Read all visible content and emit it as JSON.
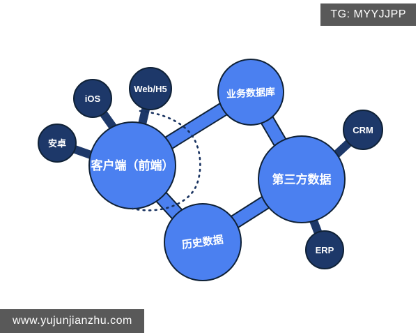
{
  "watermarks": {
    "tg_badge": "TG: MYYJJPP",
    "website": "www.yujunjianzhu.com"
  },
  "diagram": {
    "type": "bubble-mindmap",
    "primary_nodes": [
      {
        "id": "client",
        "label": "客户端（前端）"
      },
      {
        "id": "third-party",
        "label": "第三方数据"
      },
      {
        "id": "business-db",
        "label": "业务数据库"
      },
      {
        "id": "history",
        "label": "历史数据"
      }
    ],
    "satellite_nodes": [
      {
        "id": "android",
        "label": "安卓",
        "attached_to": "client"
      },
      {
        "id": "ios",
        "label": "iOS",
        "attached_to": "client"
      },
      {
        "id": "web-h5",
        "label": "Web/H5",
        "attached_to": "client"
      },
      {
        "id": "crm",
        "label": "CRM",
        "attached_to": "third-party"
      },
      {
        "id": "erp",
        "label": "ERP",
        "attached_to": "third-party"
      }
    ],
    "links": [
      {
        "from": "client",
        "to": "business-db"
      },
      {
        "from": "business-db",
        "to": "third-party"
      },
      {
        "from": "client",
        "to": "history"
      },
      {
        "from": "history",
        "to": "third-party"
      }
    ]
  },
  "colors": {
    "bubble_blue": "#4b80f0",
    "bubble_dark_navy": "#1d3869",
    "outline_dark": "#0f2136",
    "watermark_bg": "#595959",
    "label_text": "#ffffff",
    "background": "#ffffff"
  }
}
